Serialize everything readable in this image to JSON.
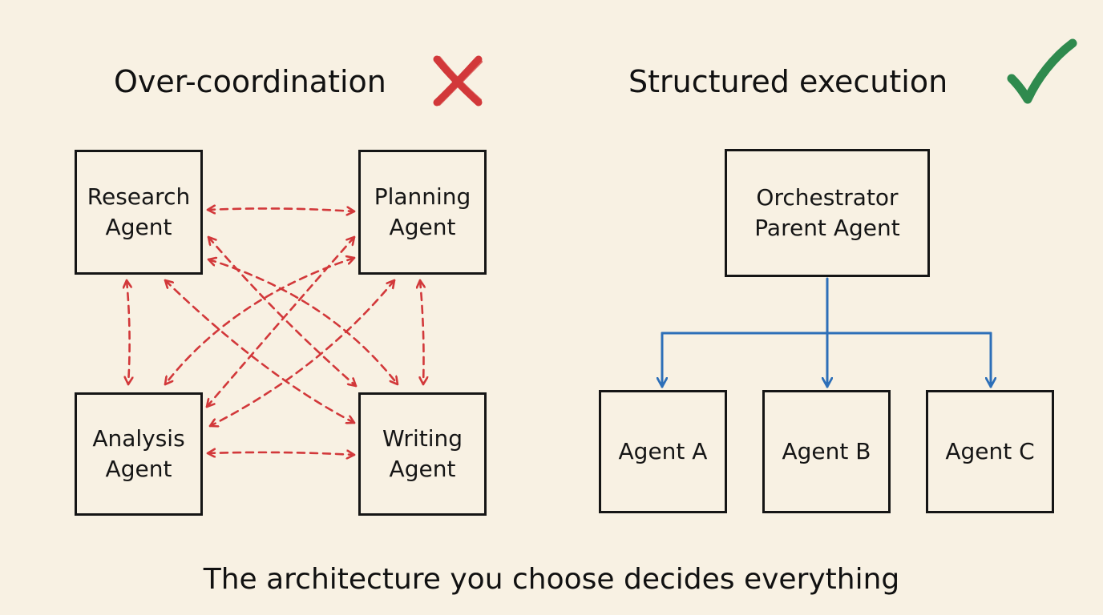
{
  "left_panel": {
    "heading": "Over-coordination",
    "status_icon": "red-cross-icon",
    "agents": {
      "research": [
        "Research",
        "Agent"
      ],
      "planning": [
        "Planning",
        "Agent"
      ],
      "analysis": [
        "Analysis",
        "Agent"
      ],
      "writing": [
        "Writing",
        "Agent"
      ]
    },
    "connections": [
      [
        "research",
        "planning"
      ],
      [
        "research",
        "analysis"
      ],
      [
        "research",
        "writing"
      ],
      [
        "planning",
        "analysis"
      ],
      [
        "planning",
        "writing"
      ],
      [
        "analysis",
        "writing"
      ]
    ],
    "connection_style": "dashed-bidirectional"
  },
  "right_panel": {
    "heading": "Structured execution",
    "status_icon": "green-check-icon",
    "orchestrator": [
      "Orchestrator",
      "Parent Agent"
    ],
    "children": [
      "Agent A",
      "Agent B",
      "Agent C"
    ],
    "connection_style": "solid-tree"
  },
  "caption": "The architecture you choose decides everything",
  "colors": {
    "background": "#f8f1e3",
    "ink": "#151515",
    "red": "#d2383a",
    "green": "#2f8a4e",
    "blue": "#2d6fb8"
  }
}
